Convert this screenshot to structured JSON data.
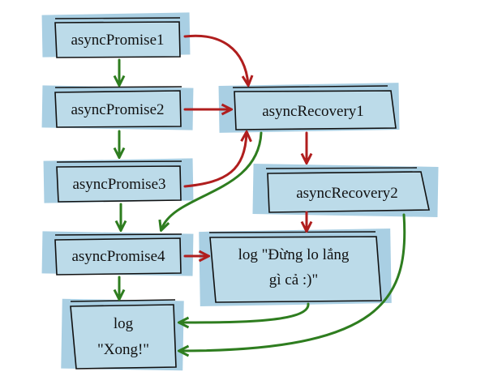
{
  "colors": {
    "box_fill": "#bcdbe9",
    "box_shadow": "#a9cfe3",
    "outline": "#111111",
    "success_arrow": "#2e7d1f",
    "failure_arrow": "#b01e1e"
  },
  "nodes": {
    "asyncPromise1": {
      "label": "asyncPromise1"
    },
    "asyncPromise2": {
      "label": "asyncPromise2"
    },
    "asyncPromise3": {
      "label": "asyncPromise3"
    },
    "asyncPromise4": {
      "label": "asyncPromise4"
    },
    "asyncRecovery1": {
      "label": "asyncRecovery1"
    },
    "asyncRecovery2": {
      "label": "asyncRecovery2"
    },
    "logError": {
      "line1": "log \"Đừng lo lắng",
      "line2": "gì cả :)\""
    },
    "logDone": {
      "line1": "log",
      "line2": "\"Xong!\""
    }
  }
}
